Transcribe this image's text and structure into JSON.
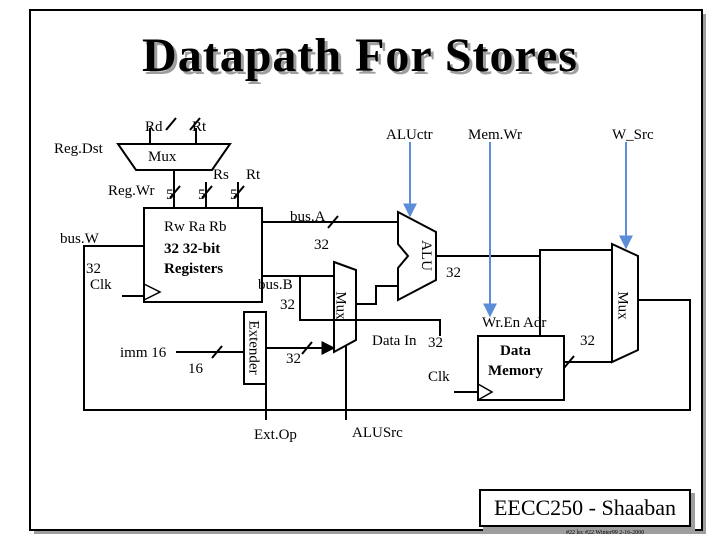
{
  "title": "Datapath For Stores",
  "labels": {
    "rd": "Rd",
    "rt_top": "Rt",
    "regdst": "Reg.Dst",
    "mux_top": "Mux",
    "regwr": "Reg.Wr",
    "w5a": "5",
    "w5b": "5",
    "w5c": "5",
    "rs": "Rs",
    "rt_mid": "Rt",
    "rw_ra_rb": "Rw  Ra  Rb",
    "reg_line1": "32 32-bit",
    "reg_line2": "Registers",
    "busw": "bus.W",
    "busw_32": "32",
    "clk_left": "Clk",
    "busa": "bus.A",
    "busa_32": "32",
    "aluctr": "ALUctr",
    "memwr": "Mem.Wr",
    "wsrc": "W_Src",
    "alu": "ALU",
    "alu_32": "32",
    "busb": "bus.B",
    "busb_32": "32",
    "mux_alu": "Mux",
    "extender": "Extender",
    "imm16": "imm 16",
    "imm_16": "16",
    "ext_32": "32",
    "wren_adr": "Wr.En  Adr",
    "datain": "Data In",
    "datain_32": "32",
    "clk_mem": "Clk",
    "dm_line1": "Data",
    "dm_line2": "Memory",
    "dm_32": "32",
    "mux_right": "Mux",
    "extop": "Ext.Op",
    "alusrc": "ALUSrc"
  },
  "footer": {
    "main": "EECC250 - Shaaban",
    "sub": "#22 lec #22 Winter99 2-16-2000"
  },
  "colors": {
    "wire": "#000000",
    "control": "#5b8dd9",
    "shadow": "#9e9e9e"
  }
}
